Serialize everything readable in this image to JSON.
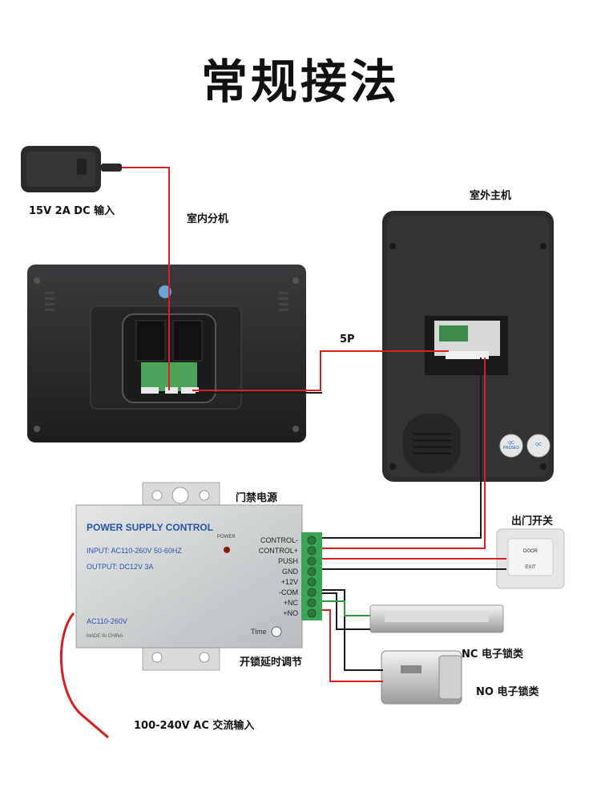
{
  "title": "常规接法",
  "labels": {
    "dc_input": "15V 2A DC  输入",
    "indoor_unit": "室内分机",
    "outdoor_unit": "室外主机",
    "five_pin": "5P",
    "access_power": "门禁电源",
    "exit_switch": "出门开关",
    "nc_lock": "NC 电子锁类",
    "no_lock": "NO 电子锁类",
    "unlock_delay": "开锁延时调节",
    "ac_input": "100-240V  AC 交流输入"
  },
  "power_box": {
    "brand": "POWER SUPPLY CONTROL",
    "input": "INPUT: AC110-260V 50-60HZ",
    "output": "OUTPUT: DC12V  3A",
    "power_led": "POWER",
    "ac_range": "AC110-260V",
    "made_in": "MADE IN CHINA",
    "time": "Time",
    "terminals": [
      "CONTROL-",
      "CONTROL+",
      "PUSH",
      "GND",
      "+12V",
      "-COM",
      "+NC",
      "+NO"
    ]
  },
  "exit_button": {
    "top": "DOOR",
    "bottom": "EXIT"
  },
  "outdoor_badges": [
    "QC PASSED",
    "QC"
  ],
  "colors": {
    "wire_red": "#d42020",
    "wire_black": "#1a1a1a",
    "wire_green": "#2a9a3a",
    "device_dark": "#2b2b2e",
    "box_gray": "#cfd2d4",
    "terminal_green": "#3aa655"
  }
}
